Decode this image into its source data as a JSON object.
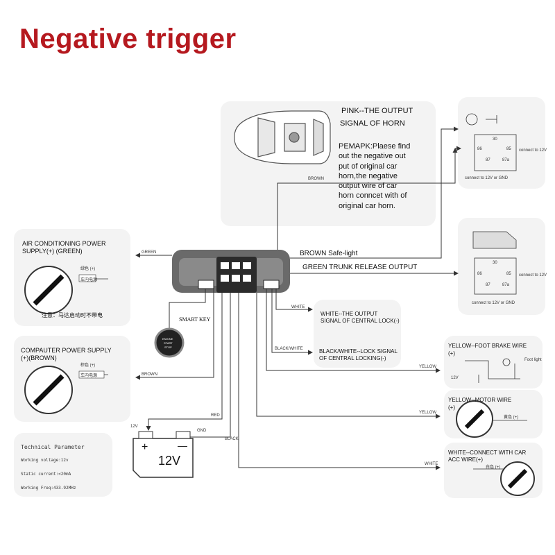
{
  "title": "Negative trigger",
  "horn": {
    "title_line1": "PINK--THE OUTPUT",
    "title_line2": "SIGNAL OF HORN",
    "remark": "PEMAPK:Plaese find\nout the negative out\nput of original car\nhorn,the negative\noutput wire of car\nhorn conncet with of\noriginal car horn."
  },
  "wires": {
    "brown_top": "BROWN",
    "green_left": "GREEN",
    "brown_safe_light": "BROWN  Safe-light",
    "green_trunk": "GREEN TRUNK RELEASE OUTPUT",
    "white": "WHITE",
    "black_white": "BLACK/WHITE",
    "yellow_1": "YELLOW",
    "yellow_2": "YELLOW",
    "white_2": "WHITE",
    "brown_left": "BROWN",
    "red": "RED",
    "black": "BLACK",
    "gnd": "GND",
    "twelve_v": "12V"
  },
  "air_conditioning": {
    "label_line1": "AIR CONDITIONING POWER",
    "label_line2": "SUPPLY(+) (GREEN)",
    "tag1": "绿色 (+)",
    "tag2": "车内电源",
    "note": "注意：马达启动时不带电"
  },
  "computer_power": {
    "label_line1": "COMPAUTER POWER SUPPLY",
    "label_line2": "(+)(BROWN)",
    "tag1": "棕色 (+)",
    "tag2": "车内电源"
  },
  "smart_key": "SMART KEY",
  "start_button": {
    "line1": "ENGINE",
    "line2": "START",
    "line3": "STOP"
  },
  "battery": {
    "plus": "+",
    "minus": "—",
    "voltage": "12V"
  },
  "technical": {
    "heading": "Technical Parameter",
    "voltage": "Working voltage:12v",
    "current": "Static current:<20mA",
    "freq": "Working Freq:433.92MHz"
  },
  "central_lock": {
    "white_line1": "WHITE--THE OUTPUT",
    "white_line2": "SIGNAL OF CENTRAL LOCK(-)",
    "black_line1": "BLACK/WHITE--LOCK SIGNAL",
    "black_line2": "OF CENTRAL LOCKING(-)"
  },
  "relay_top": {
    "p30": "30",
    "p86": "86",
    "p85": "85",
    "p87": "87",
    "p87a": "87a",
    "connect_12v": "connect to 12V",
    "connect_gnd": "connect to 12V or GND"
  },
  "relay_bottom": {
    "p30": "30",
    "p86": "86",
    "p85": "85",
    "p87": "87",
    "p87a": "87a",
    "connect_12v": "connect to 12V",
    "connect_gnd": "connect to 12V or GND"
  },
  "foot_brake": {
    "label": "YELLOW--FOOT BRAKE WIRE",
    "plus": "(+)",
    "foot_light": "Foot light",
    "twelve_v": "12V"
  },
  "motor": {
    "label": "YELLOW--MOTOR WIRE",
    "plus": "(+)",
    "tag": "黄色 (+)"
  },
  "acc": {
    "label_line1": "WHITE--CONNECT WITH CAR",
    "label_line2": "ACC WIRE(+)",
    "tag": "白色 (+)"
  },
  "colors": {
    "title": "#b5191f",
    "panel": "#f3f3f3",
    "line": "#333333",
    "module": "#555555"
  }
}
